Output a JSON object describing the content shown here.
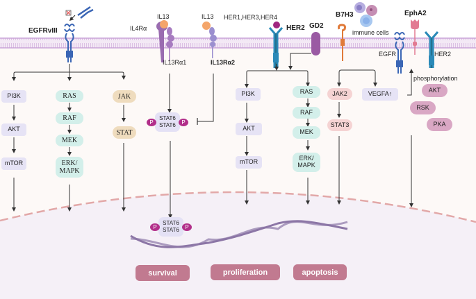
{
  "diagram": {
    "title": "",
    "receptors": {
      "egfrviii": "EGFRvIII",
      "il4ra": "IL4Rα",
      "il13_a": "IL13",
      "il13ra1": "IL13Rα1",
      "il13_b": "IL13",
      "il13ra2": "IL13Rα2",
      "her_family": "HER1,HER3,HER4",
      "her2": "HER2",
      "gd2": "GD2",
      "b7h3": "B7H3",
      "immune_cells": "immune cells",
      "epha2": "EphA2",
      "egfr": "EGFR",
      "her2_right": "HER2",
      "phosphorylation": "phosphorylation"
    },
    "pathway_egfrviii": {
      "pi3k": [
        "PI3K",
        "AKT",
        "mTOR"
      ],
      "mapk": [
        "RAS",
        "RAF",
        "MEK",
        "ERK/\nMAPK"
      ],
      "jak": [
        "JAK",
        "STAT"
      ]
    },
    "pathway_il13": {
      "complex_top": "STAT6",
      "complex_bottom": "STAT6",
      "p": "P",
      "nuclear_top": "STAT6",
      "nuclear_bottom": "STAT6"
    },
    "pathway_her2": {
      "pi3k": [
        "PI3K",
        "AKT",
        "mTOR"
      ],
      "mapk": [
        "RAS",
        "RAF",
        "MEK",
        "ERK/\nMAPK"
      ]
    },
    "pathway_b7h3": {
      "jak": [
        "JAK2",
        "STAT3"
      ],
      "vegfa": "VEGFA↑"
    },
    "pathway_epha2": [
      "AKT",
      "RSK",
      "PKA"
    ],
    "outcomes": [
      "survival",
      "proliferation",
      "apoptosis"
    ],
    "colors": {
      "membrane": "#c9a4d8",
      "egfr_blue": "#3b66b5",
      "her2_teal": "#2a8ab8",
      "il13_orange": "#f4a56a",
      "purple_receptor": "#9a6cb0",
      "b7h3_orange": "#e07a3a",
      "epha2_pink": "#e27b93",
      "phospho": "#b22f8a",
      "outcome": "#c17a90",
      "nucleus_border": "#e2a8a8",
      "dna": "#8c76a6"
    }
  }
}
